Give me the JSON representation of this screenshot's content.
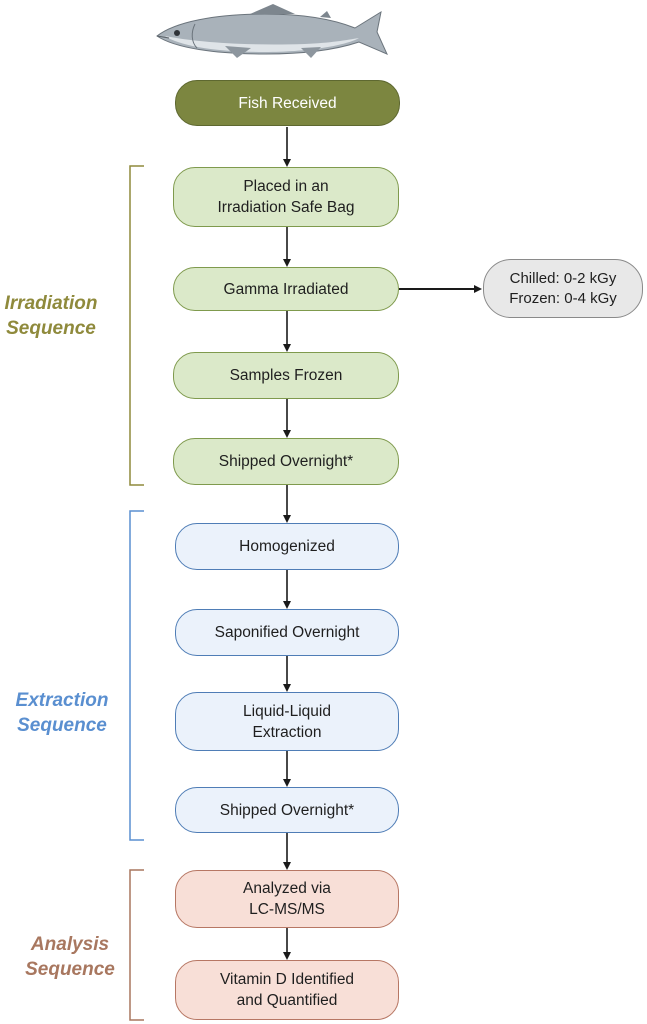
{
  "nodes": {
    "fish_received": "Fish Received",
    "placed_bag": "Placed in an\nIrradiation Safe Bag",
    "gamma": "Gamma Irradiated",
    "frozen": "Samples Frozen",
    "shipped1": "Shipped Overnight*",
    "homogenized": "Homogenized",
    "saponified": "Saponified Overnight",
    "lle": "Liquid-Liquid\nExtraction",
    "shipped2": "Shipped Overnight*",
    "analyzed": "Analyzed via\nLC-MS/MS",
    "vitd": "Vitamin D Identified\nand Quantified",
    "dose": "Chilled: 0-2 kGy\nFrozen: 0-4 kGy"
  },
  "sequences": {
    "irradiation": "Irradiation\nSequence",
    "extraction": "Extraction\nSequence",
    "analysis": "Analysis\nSequence"
  },
  "colors": {
    "irradiation": "#8f8a3c",
    "extraction": "#5a8fd0",
    "analysis": "#a8775f",
    "arrow": "#1a1a1a"
  },
  "icons": {
    "fish": "salmon-icon"
  }
}
